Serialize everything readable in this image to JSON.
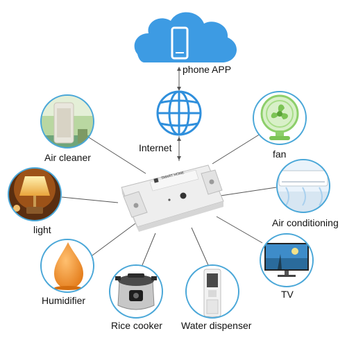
{
  "labels": {
    "phone_app": "phone APP",
    "internet": "Internet",
    "air_cleaner": "Air cleaner",
    "fan": "fan",
    "light": "light",
    "air_conditioning": "Air conditioning",
    "humidifier": "Humidifier",
    "tv": "TV",
    "rice_cooker": "Rice cooker",
    "water_dispenser": "Water dispenser"
  },
  "device_text": {
    "brand": "SMART HOME"
  },
  "colors": {
    "cloud": "#3d9be3",
    "circle_border": "#4aa7d8",
    "connector": "#555555",
    "globe": "#2f8fdc"
  },
  "icons": [
    "cloud-icon",
    "phone-icon",
    "globe-icon",
    "air-cleaner-icon",
    "fan-icon",
    "lamp-icon",
    "air-conditioner-icon",
    "humidifier-icon",
    "tv-icon",
    "rice-cooker-icon",
    "water-dispenser-icon"
  ]
}
